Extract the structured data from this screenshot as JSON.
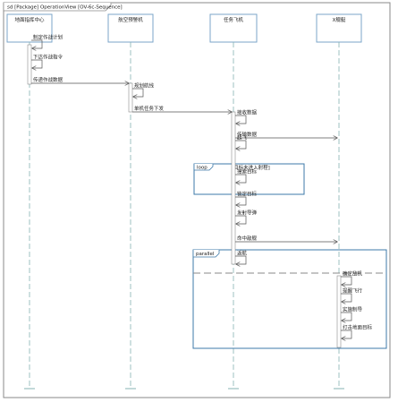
{
  "frame": {
    "label": "sd [Package] OperationView [OV-6c-Sequence]"
  },
  "lifelines": [
    {
      "id": "command",
      "name": "地面指挥中心"
    },
    {
      "id": "aew",
      "name": "航空预警机"
    },
    {
      "id": "uav",
      "name": "任务飞机"
    },
    {
      "id": "x",
      "name": "X舰艇"
    }
  ],
  "messages": [
    {
      "id": "m1",
      "label": "制定作战计划"
    },
    {
      "id": "m2",
      "label": "下达作战指令"
    },
    {
      "id": "m3",
      "label": "传递作战数据"
    },
    {
      "id": "m4",
      "label": "规划航线"
    },
    {
      "id": "m5",
      "label": "单机任务下发"
    },
    {
      "id": "m6",
      "label": "接收数据"
    },
    {
      "id": "m7",
      "label": "传输数据"
    },
    {
      "id": "m8",
      "label": "起飞"
    },
    {
      "id": "m9",
      "label": "搜索目标"
    },
    {
      "id": "m10",
      "label": "锁定目标"
    },
    {
      "id": "m11",
      "label": "发射导弹"
    },
    {
      "id": "m12",
      "label": "命中敌舰"
    },
    {
      "id": "m13",
      "label": "返航"
    },
    {
      "id": "m14",
      "label": "确定敌机"
    },
    {
      "id": "m15",
      "label": "提醒飞行"
    },
    {
      "id": "m16",
      "label": "实施制导"
    },
    {
      "id": "m17",
      "label": "打击地面目标"
    }
  ],
  "fragments": {
    "loop": {
      "operator": "loop",
      "guard": "[目标未进入射程]"
    },
    "parallel": {
      "operator": "parallel"
    }
  }
}
